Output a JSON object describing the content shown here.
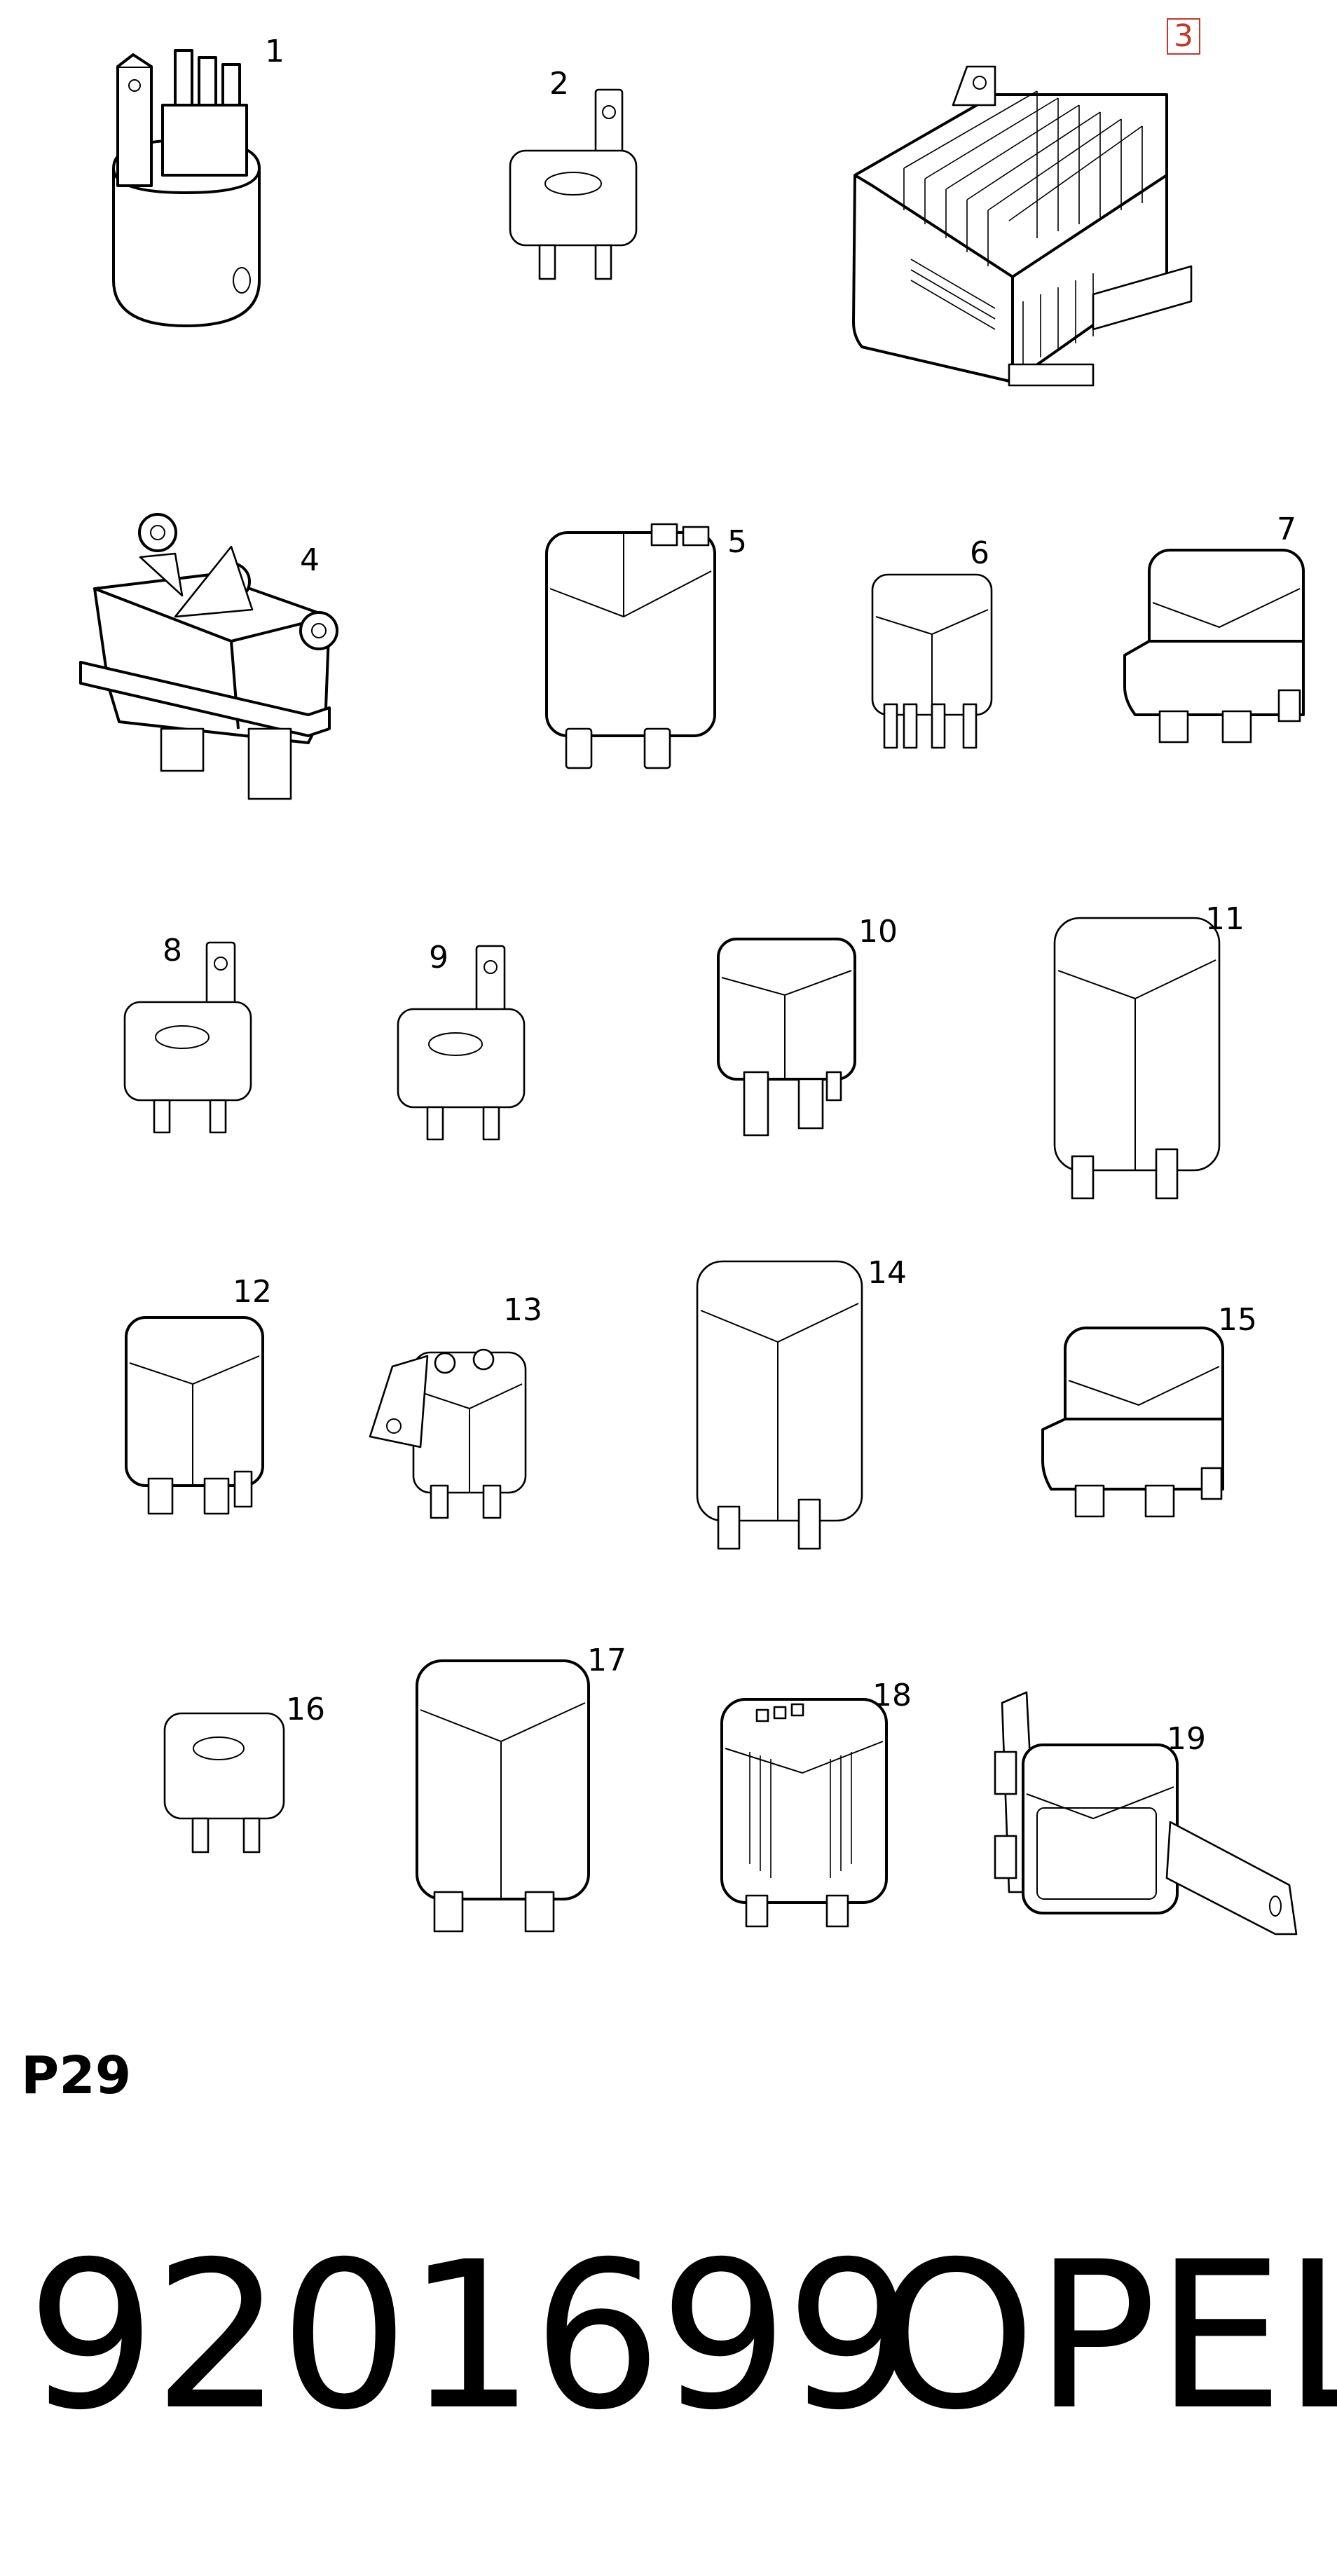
{
  "diagram": {
    "callouts": [
      {
        "id": "1",
        "label": "1"
      },
      {
        "id": "2",
        "label": "2"
      },
      {
        "id": "3",
        "label": "3",
        "boxed": true
      },
      {
        "id": "4",
        "label": "4"
      },
      {
        "id": "5",
        "label": "5"
      },
      {
        "id": "6",
        "label": "6"
      },
      {
        "id": "7",
        "label": "7"
      },
      {
        "id": "8",
        "label": "8"
      },
      {
        "id": "9",
        "label": "9"
      },
      {
        "id": "10",
        "label": "10"
      },
      {
        "id": "11",
        "label": "11"
      },
      {
        "id": "12",
        "label": "12"
      },
      {
        "id": "13",
        "label": "13"
      },
      {
        "id": "14",
        "label": "14"
      },
      {
        "id": "15",
        "label": "15"
      },
      {
        "id": "16",
        "label": "16"
      },
      {
        "id": "17",
        "label": "17"
      },
      {
        "id": "18",
        "label": "18"
      },
      {
        "id": "19",
        "label": "19"
      }
    ],
    "highlight_color": "#c0392b",
    "line_color": "#000000"
  },
  "footer": {
    "sheet_code": "P29",
    "part_number": "9201699",
    "brand": "OPEL"
  }
}
